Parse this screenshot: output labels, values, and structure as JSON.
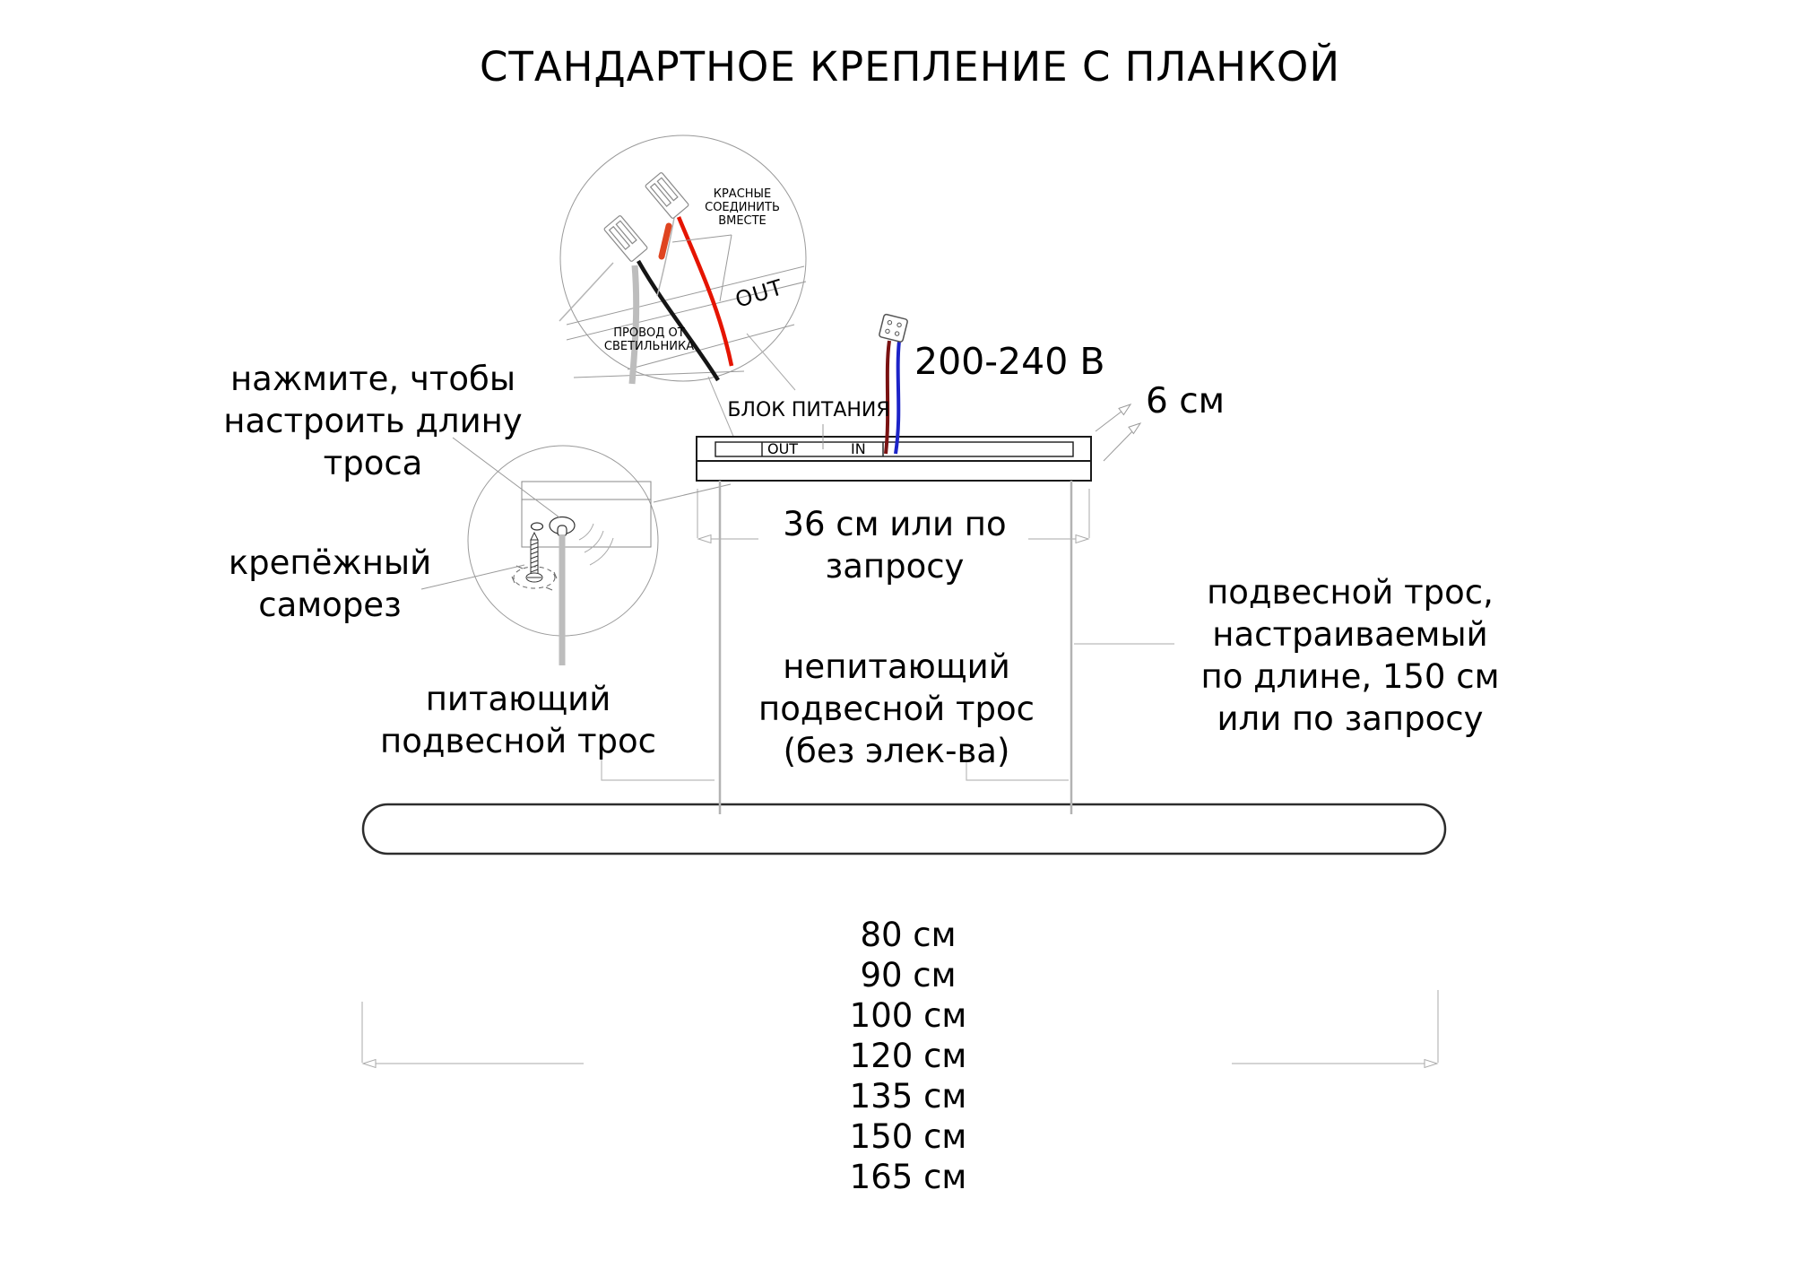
{
  "title": "СТАНДАРТНОЕ КРЕПЛЕНИЕ С ПЛАНКОЙ",
  "wiring_detail": {
    "red_note": "КРАСНЫЕ\nСОЕДИНИТЬ\nВМЕСТЕ",
    "lamp_wire": "ПРОВОД ОТ\nСВЕТИЛЬНИКА",
    "out_label": "OUT"
  },
  "power": {
    "voltage": "200-240 В",
    "psu_label": "БЛОК ПИТАНИЯ",
    "out_label": "OUT",
    "in_label": "IN"
  },
  "dimensions": {
    "bar_depth": "6 см",
    "bar_length": "36 см или по\nзапросу",
    "fixture_lengths": [
      "80 см",
      "90 см",
      "100 см",
      "120 см",
      "135 см",
      "150 см",
      "165 см"
    ]
  },
  "labels": {
    "adjust_note": "нажмите, чтобы\nнастроить длину\nтроса",
    "screw_label": "крепёжный\nсаморез",
    "power_cable": "питающий\nподвесной трос",
    "non_power_cable": "непитающий\nподвесной трос\n(без элек-ва)",
    "adjustable_cable": "подвесной трос,\nнастраиваемый\nпо длине, 150 см\nили по запросу"
  },
  "colors": {
    "wire_red": "#e51400",
    "wire_dark_red": "#7a1212",
    "wire_blue": "#1c24c8",
    "wire_gray": "#bdbdbd",
    "line_gray": "#9a9a9a",
    "outline_black": "#1a1a1a"
  }
}
